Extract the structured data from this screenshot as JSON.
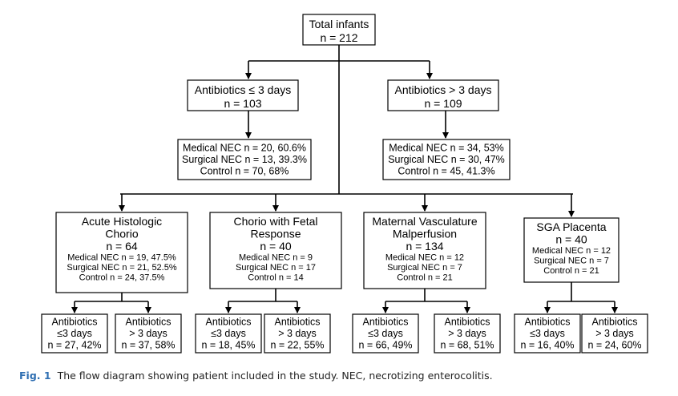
{
  "colors": {
    "line": "#000000",
    "box_fill": "#ffffff",
    "caption_label": "#2f6fb2"
  },
  "total": {
    "title": "Total infants",
    "n": "n = 212"
  },
  "level1": [
    {
      "title": "Antibiotics ≤ 3 days",
      "n": "n = 103",
      "stats": [
        "Medical NEC n = 20, 60.6%",
        "Surgical NEC n = 13, 39.3%",
        "Control n = 70, 68%"
      ]
    },
    {
      "title": "Antibiotics > 3 days",
      "n": "n = 109",
      "stats": [
        "Medical NEC n = 34, 53%",
        "Surgical NEC n = 30, 47%",
        "Control n = 45, 41.3%"
      ]
    }
  ],
  "groups": [
    {
      "title_lines": [
        "Acute Histologic",
        "Chorio"
      ],
      "n": "n = 64",
      "stats": [
        "Medical NEC n = 19, 47.5%",
        "Surgical NEC n = 21, 52.5%",
        "Control n = 24, 37.5%"
      ],
      "leaves": [
        {
          "lines": [
            "Antibiotics",
            "≤3 days",
            "n = 27, 42%"
          ]
        },
        {
          "lines": [
            "Antibiotics",
            "> 3 days",
            "n = 37, 58%"
          ]
        }
      ]
    },
    {
      "title_lines": [
        "Chorio with Fetal",
        "Response"
      ],
      "n": "n = 40",
      "stats": [
        "Medical NEC n = 9",
        "Surgical NEC n = 17",
        "Control n = 14"
      ],
      "leaves": [
        {
          "lines": [
            "Antibiotics",
            "≤3 days",
            "n = 18, 45%"
          ]
        },
        {
          "lines": [
            "Antibiotics",
            "> 3 days",
            "n = 22, 55%"
          ]
        }
      ]
    },
    {
      "title_lines": [
        "Maternal Vasculature",
        "Malperfusion"
      ],
      "n": "n = 134",
      "stats": [
        "Medical NEC n = 12",
        "Surgical NEC n = 7",
        "Control n = 21"
      ],
      "leaves": [
        {
          "lines": [
            "Antibiotics",
            "≤3 days",
            "n = 66, 49%"
          ]
        },
        {
          "lines": [
            "Antibiotics",
            "> 3 days",
            "n = 68, 51%"
          ]
        }
      ]
    },
    {
      "title_lines": [
        "SGA Placenta"
      ],
      "n": "n = 40",
      "stats": [
        "Medical NEC n = 12",
        "Surgical NEC n = 7",
        "Control n = 21"
      ],
      "leaves": [
        {
          "lines": [
            "Antibiotics",
            "≤3 days",
            "n = 16, 40%"
          ]
        },
        {
          "lines": [
            "Antibiotics",
            "> 3 days",
            "n = 24, 60%"
          ]
        }
      ]
    }
  ],
  "caption": {
    "label": "Fig. 1",
    "text": "The flow diagram showing patient included in the study. NEC, necrotizing enterocolitis."
  }
}
